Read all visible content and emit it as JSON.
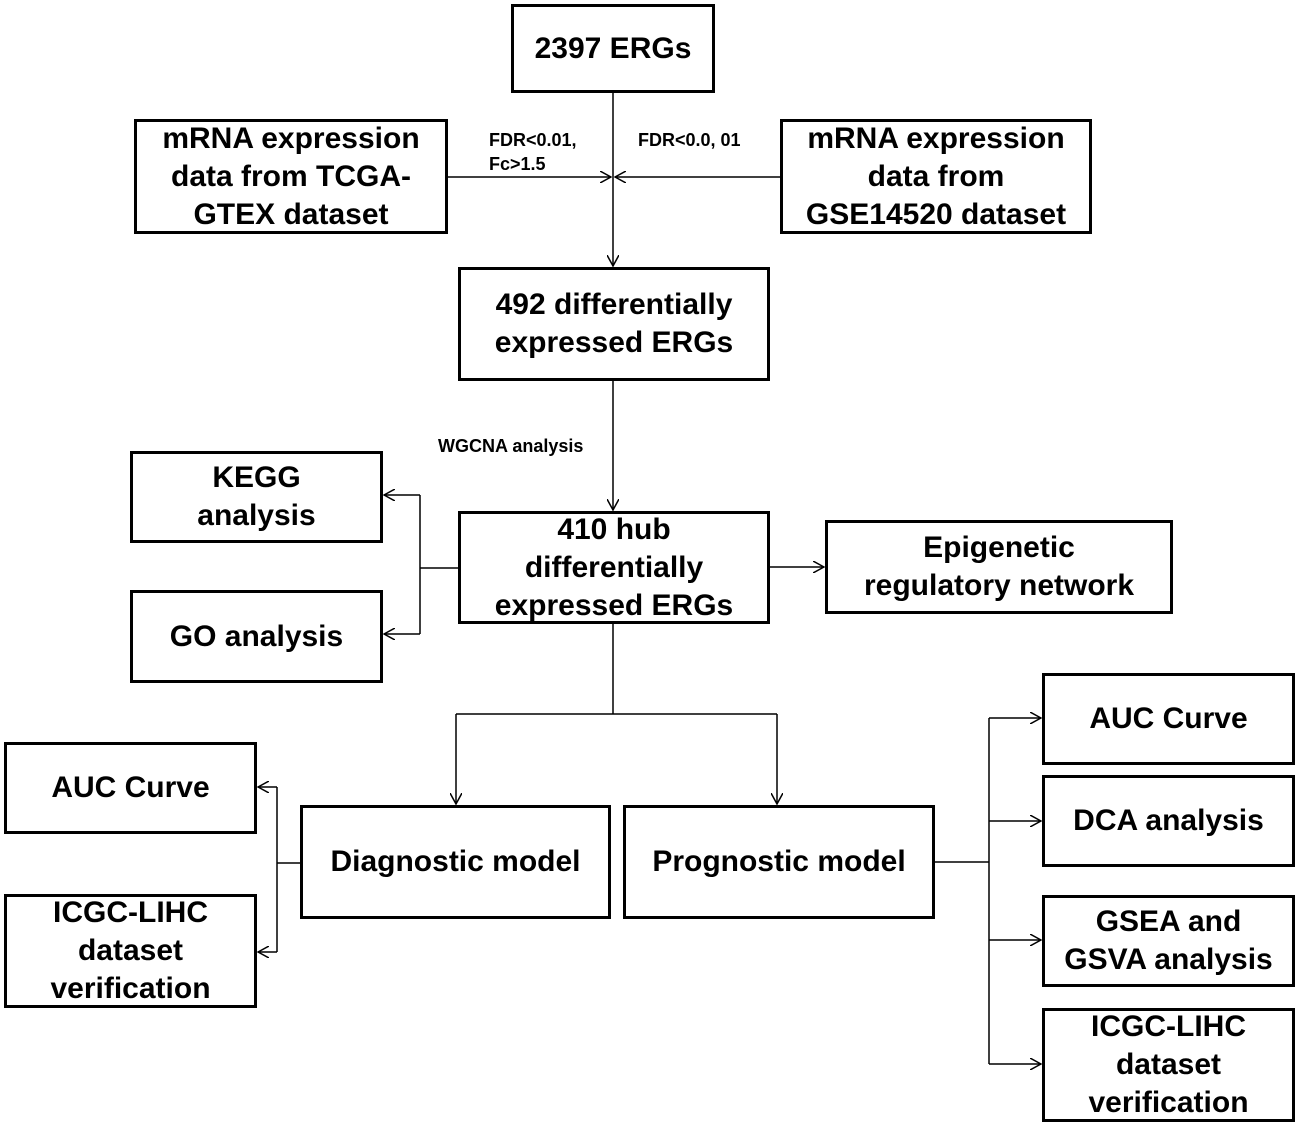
{
  "nodes": {
    "ergs": "2397 ERGs",
    "tcga": "mRNA expression\ndata from TCGA-\nGTEX dataset",
    "gse": "mRNA expression\ndata from\nGSE14520 dataset",
    "deg492": "492 differentially\nexpressed ERGs",
    "hub410": "410 hub\ndifferentially\nexpressed ERGs",
    "kegg": "KEGG\nanalysis",
    "go": "GO analysis",
    "epigenetic": "Epigenetic\nregulatory network",
    "diagnostic": "Diagnostic model",
    "prognostic": "Prognostic model",
    "diag_auc": "AUC Curve",
    "diag_icgc": "ICGC-LIHC\ndataset\nverification",
    "prog_auc": "AUC Curve",
    "prog_dca": "DCA analysis",
    "prog_gsea": "GSEA and\nGSVA analysis",
    "prog_icgc": "ICGC-LIHC\ndataset\nverification"
  },
  "edge_labels": {
    "tcga_filter": "FDR<0.01,\nFc>1.5",
    "gse_filter": "FDR<0.0, 01",
    "wgcna": "WGCNA analysis"
  }
}
